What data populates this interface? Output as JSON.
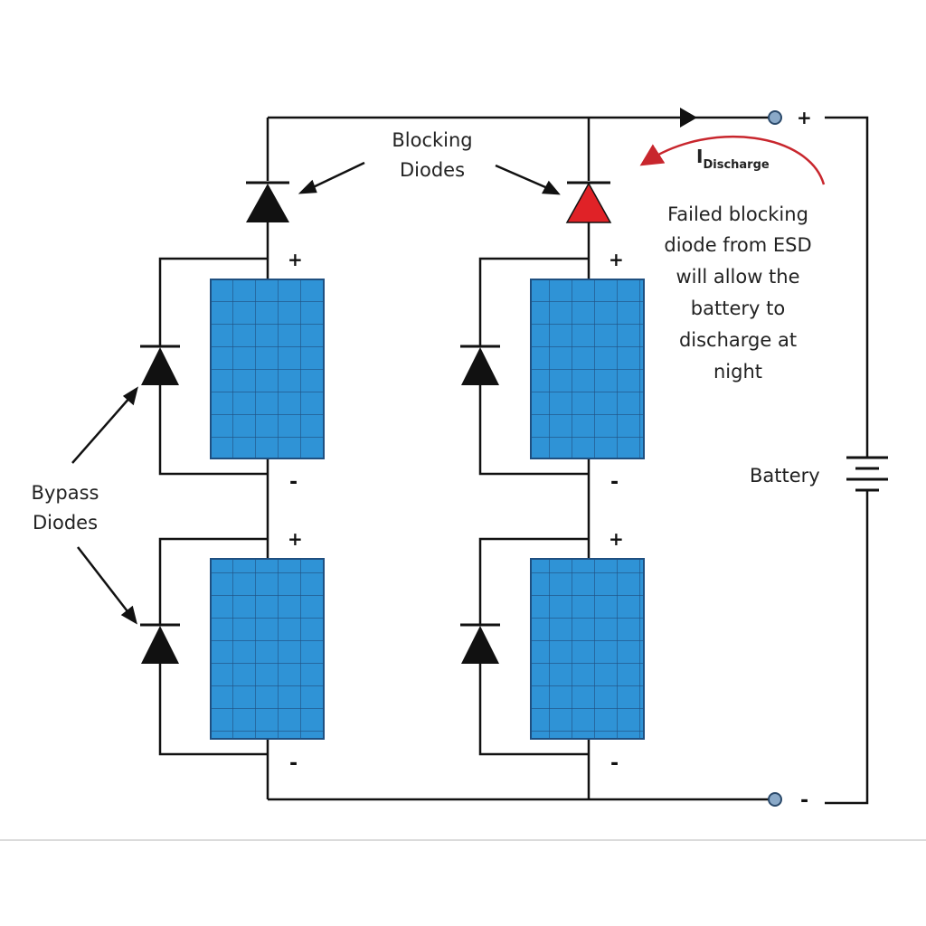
{
  "colors": {
    "wire": "#111111",
    "panel_fill": "#2f93d6",
    "panel_grid": "#1f4f80",
    "failed_diode": "#e02227",
    "current_arrow": "#c8262d",
    "terminal": "#8aa9c8",
    "separator": "#cfcfcf"
  },
  "labels": {
    "blocking_diodes_line1": "Blocking",
    "blocking_diodes_line2": "Diodes",
    "bypass_diodes_line1": "Bypass",
    "bypass_diodes_line2": "Diodes",
    "current_symbol": "I",
    "current_subscript": "Discharge",
    "failure_note": [
      "Failed blocking",
      "diode from ESD",
      "will allow the",
      "battery to",
      "discharge at",
      "night"
    ],
    "battery": "Battery",
    "terminal_positive": "+",
    "terminal_negative": "-"
  },
  "panels": [
    {
      "plus": "+",
      "minus": "-"
    },
    {
      "plus": "+",
      "minus": "-"
    },
    {
      "plus": "+",
      "minus": "-"
    },
    {
      "plus": "+",
      "minus": "-"
    }
  ],
  "icons": {
    "blocking_diode": "diode-icon",
    "failed_diode": "failed-diode-icon",
    "bypass_diode": "diode-icon",
    "battery": "battery-icon",
    "terminal": "terminal-icon"
  }
}
